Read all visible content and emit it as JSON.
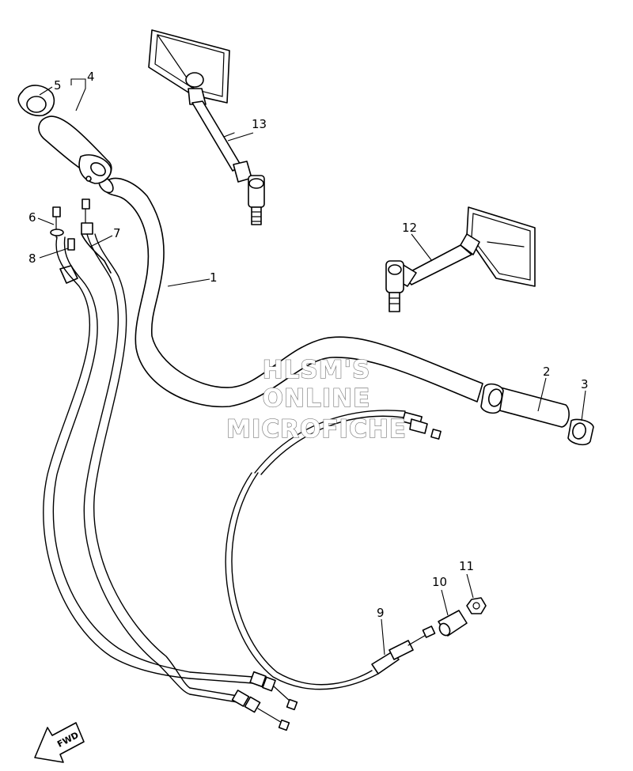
{
  "watermark": {
    "lines": [
      "HLSM'S",
      "ONLINE",
      "MICROFICHE"
    ],
    "color": "#7a7a7a"
  },
  "direction_indicator": {
    "label": "FWD",
    "icon": "forward-arrow-icon"
  },
  "callouts": [
    "1",
    "2",
    "3",
    "4",
    "5",
    "6",
    "7",
    "8",
    "9",
    "10",
    "11",
    "12",
    "13"
  ],
  "line_color": "#000000",
  "background": "#ffffff"
}
